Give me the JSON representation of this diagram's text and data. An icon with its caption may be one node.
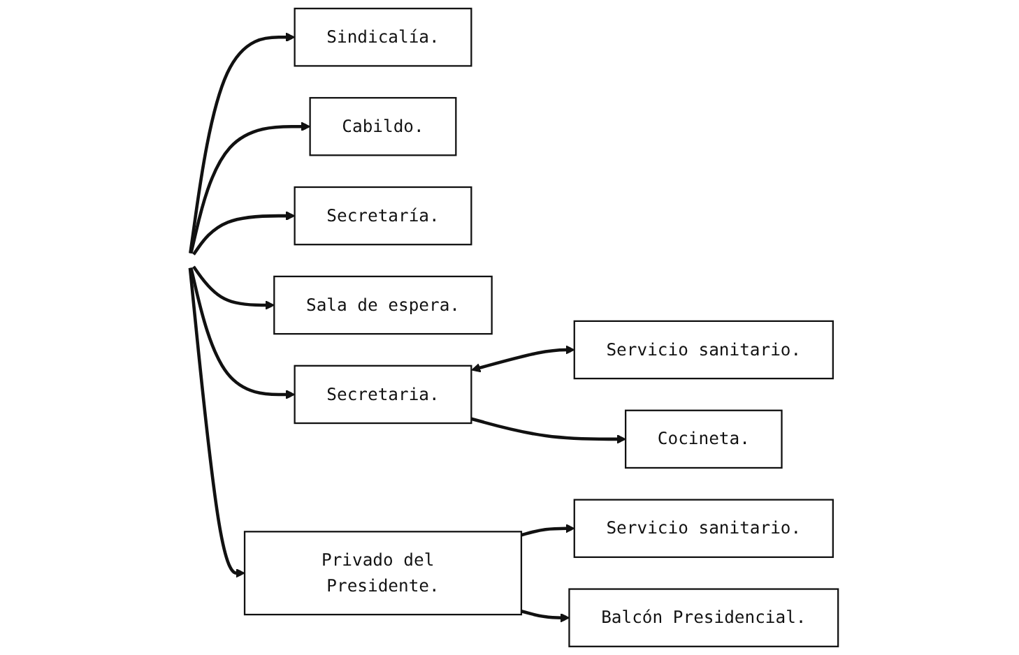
{
  "diagram": {
    "nodes": [
      {
        "text": [
          "Sindicalía."
        ]
      },
      {
        "text": [
          "Cabildo."
        ]
      },
      {
        "text": [
          "Secretaría."
        ]
      },
      {
        "text": [
          "Sala de espera."
        ]
      },
      {
        "text": [
          "Secretaria."
        ]
      },
      {
        "text": [
          "Servicio sanitario."
        ]
      },
      {
        "text": [
          "Cocineta."
        ]
      },
      {
        "text": [
          "Privado del Presidente."
        ]
      },
      {
        "text": [
          "Servicio sanitario."
        ]
      },
      {
        "text": [
          "Balcón Presidencial."
        ]
      }
    ],
    "edges": [
      {
        "from": null,
        "to": 0,
        "arrow": "to"
      },
      {
        "from": null,
        "to": 1,
        "arrow": "to"
      },
      {
        "from": null,
        "to": 2,
        "arrow": "to"
      },
      {
        "from": null,
        "to": 3,
        "arrow": "to"
      },
      {
        "from": null,
        "to": 4,
        "arrow": "to"
      },
      {
        "from": null,
        "to": 7,
        "arrow": "to"
      },
      {
        "from": 4,
        "to": 5,
        "arrow": "both"
      },
      {
        "from": 4,
        "to": 6,
        "arrow": "to"
      },
      {
        "from": 7,
        "to": 8,
        "arrow": "to"
      },
      {
        "from": 7,
        "to": 9,
        "arrow": "to"
      }
    ]
  }
}
